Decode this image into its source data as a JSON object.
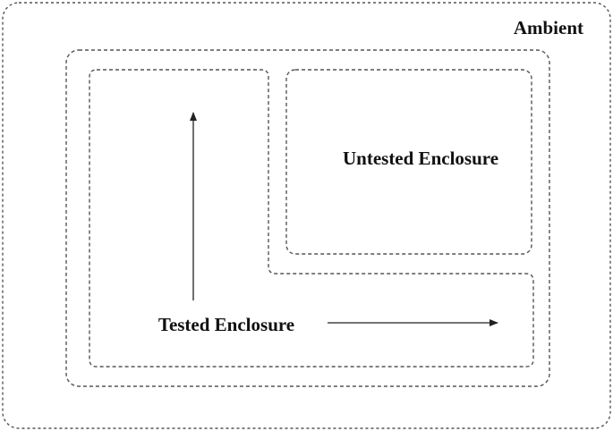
{
  "diagram": {
    "labels": {
      "ambient": "Ambient",
      "untested": "Untested Enclosure",
      "tested": "Tested Enclosure"
    },
    "colors": {
      "stroke": "#555555",
      "text": "#111111",
      "arrow": "#222222",
      "background": "#ffffff"
    },
    "line_style": "dashed"
  }
}
